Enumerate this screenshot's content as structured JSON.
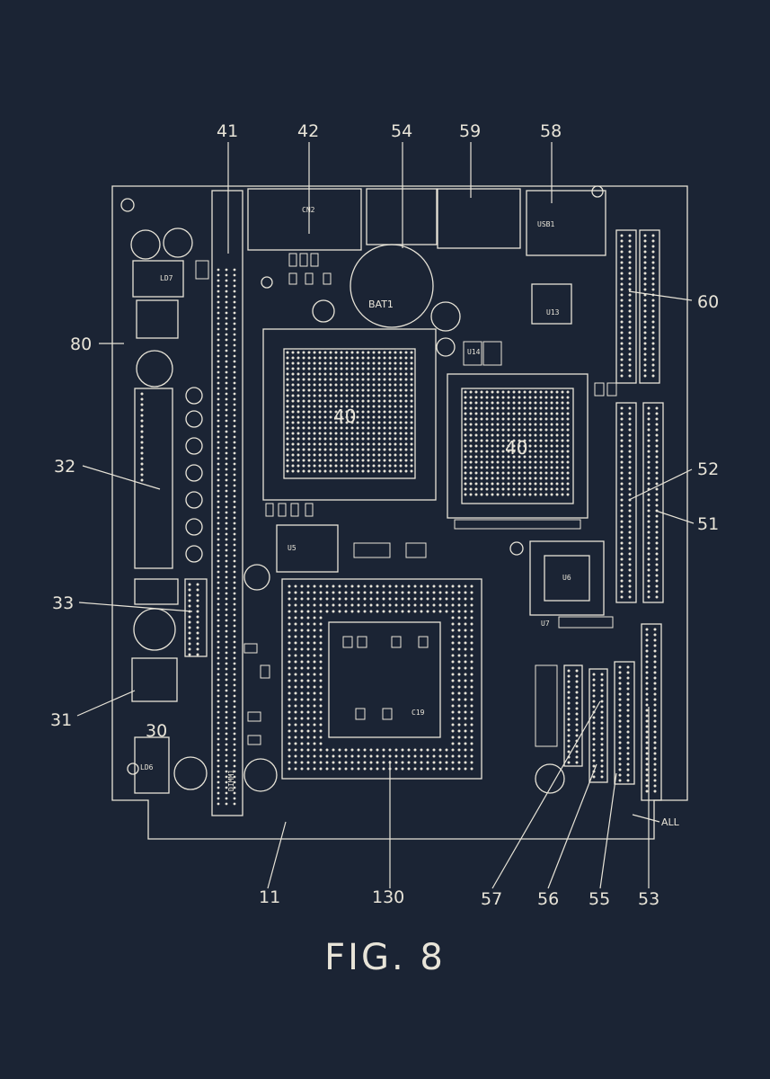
{
  "figure": {
    "title": "FIG. 8"
  },
  "colors": {
    "background": "#1b2434",
    "ink": "#e8e4d8"
  },
  "reference_numerals": {
    "r41": "41",
    "r42": "42",
    "r54": "54",
    "r59": "59",
    "r58": "58",
    "r60": "60",
    "r80": "80",
    "r32": "32",
    "r52": "52",
    "r51": "51",
    "r33": "33",
    "r31": "31",
    "r30": "30",
    "r11": "11",
    "r130": "130",
    "r57": "57",
    "r56": "56",
    "r55": "55",
    "r53": "53",
    "rALL": "ALL"
  },
  "chip_marks": {
    "chip_a": "40",
    "chip_b": "40"
  },
  "component_labels": {
    "bat": "BAT1",
    "dimm": "DIMM1",
    "u5": "U5",
    "u13": "U13",
    "u14": "U14",
    "u6": "U6",
    "u7": "U7",
    "cn2": "CN2",
    "usb": "USB1",
    "ld6": "LD6",
    "ld7": "LD7",
    "c19": "C19"
  }
}
